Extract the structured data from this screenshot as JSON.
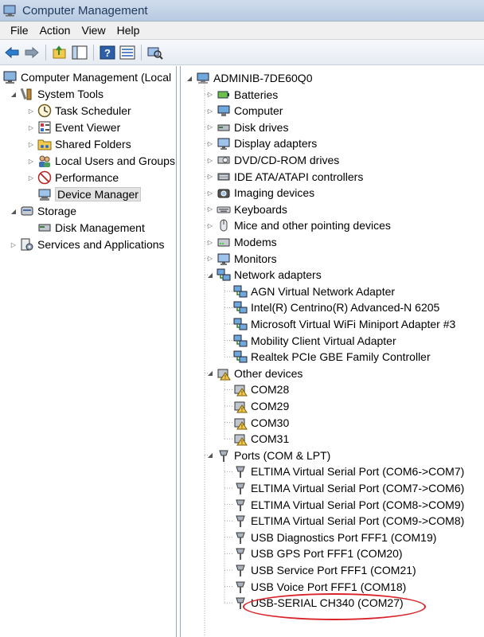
{
  "window": {
    "title": "Computer Management"
  },
  "menu": [
    "File",
    "Action",
    "View",
    "Help"
  ],
  "toolbar": [
    "back-arrow-icon",
    "forward-arrow-icon",
    "up-folder-icon",
    "show-hide-tree-icon",
    "help-icon",
    "properties-icon",
    "scan-hardware-icon"
  ],
  "left_tree": [
    {
      "label": "Computer Management (Local",
      "icon": "computer-management-icon",
      "expander": "none"
    },
    {
      "label": "System Tools",
      "icon": "tools-icon",
      "expander": "open"
    },
    {
      "label": "Task Scheduler",
      "icon": "clock-icon",
      "expander": "closed"
    },
    {
      "label": "Event Viewer",
      "icon": "event-viewer-icon",
      "expander": "closed"
    },
    {
      "label": "Shared Folders",
      "icon": "shared-folder-icon",
      "expander": "closed"
    },
    {
      "label": "Local Users and Groups",
      "icon": "users-icon",
      "expander": "closed"
    },
    {
      "label": "Performance",
      "icon": "performance-icon",
      "expander": "closed"
    },
    {
      "label": "Device Manager",
      "icon": "device-manager-icon",
      "expander": "none",
      "selected": true
    },
    {
      "label": "Storage",
      "icon": "storage-icon",
      "expander": "open"
    },
    {
      "label": "Disk Management",
      "icon": "disk-icon",
      "expander": "none"
    },
    {
      "label": "Services and Applications",
      "icon": "services-icon",
      "expander": "closed"
    }
  ],
  "device_tree": {
    "root": "ADMINIB-7DE60Q0",
    "categories": [
      {
        "label": "Batteries",
        "icon": "battery-icon",
        "expanded": false
      },
      {
        "label": "Computer",
        "icon": "computer-icon",
        "expanded": false
      },
      {
        "label": "Disk drives",
        "icon": "disk-drive-icon",
        "expanded": false
      },
      {
        "label": "Display adapters",
        "icon": "monitor-icon",
        "expanded": false
      },
      {
        "label": "DVD/CD-ROM drives",
        "icon": "dvd-icon",
        "expanded": false
      },
      {
        "label": "IDE ATA/ATAPI controllers",
        "icon": "ide-icon",
        "expanded": false
      },
      {
        "label": "Imaging devices",
        "icon": "camera-icon",
        "expanded": false
      },
      {
        "label": "Keyboards",
        "icon": "keyboard-icon",
        "expanded": false
      },
      {
        "label": "Mice and other pointing devices",
        "icon": "mouse-icon",
        "expanded": false
      },
      {
        "label": "Modems",
        "icon": "modem-icon",
        "expanded": false
      },
      {
        "label": "Monitors",
        "icon": "monitor-icon",
        "expanded": false
      },
      {
        "label": "Network adapters",
        "icon": "network-icon",
        "expanded": true,
        "children": [
          "AGN Virtual Network Adapter",
          "Intel(R) Centrino(R) Advanced-N 6205",
          "Microsoft Virtual WiFi Miniport Adapter #3",
          "Mobility Client Virtual Adapter",
          "Realtek PCIe GBE Family Controller"
        ]
      },
      {
        "label": "Other devices",
        "icon": "unknown-device-icon",
        "expanded": true,
        "children": [
          "COM28",
          "COM29",
          "COM30",
          "COM31"
        ]
      },
      {
        "label": "Ports (COM & LPT)",
        "icon": "port-icon",
        "expanded": true,
        "children": [
          "ELTIMA Virtual Serial Port (COM6->COM7)",
          "ELTIMA Virtual Serial Port (COM7->COM6)",
          "ELTIMA Virtual Serial Port (COM8->COM9)",
          "ELTIMA Virtual Serial Port (COM9->COM8)",
          "USB Diagnostics Port FFF1 (COM19)",
          "USB GPS Port FFF1 (COM20)",
          "USB Service Port FFF1 (COM21)",
          "USB Voice Port FFF1 (COM18)",
          "USB-SERIAL CH340 (COM27)"
        ]
      }
    ]
  },
  "colors": {
    "highlight_circle": "#d8242a",
    "title_text": "#1e395b"
  }
}
